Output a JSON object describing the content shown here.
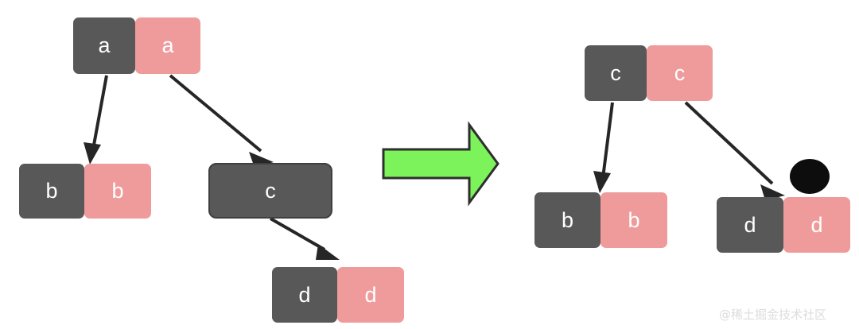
{
  "figure": {
    "title": "",
    "background_color": "#ffffff",
    "colors": {
      "key_cell": "#585858",
      "value_cell": "#ef9b9b",
      "edge": "#262626",
      "transform_arrow_fill": "#7cf35a",
      "transform_arrow_stroke": "#2e2e2e",
      "null_marker": "#0d0d0d",
      "label_text": "#ffffff",
      "watermark": "#dcdcdc"
    }
  },
  "before": {
    "caption": "",
    "nodes": {
      "a": {
        "key_label": "a",
        "value_label": "a"
      },
      "b": {
        "key_label": "b",
        "value_label": "b"
      },
      "c": {
        "merged_label": "c"
      },
      "d": {
        "key_label": "d",
        "value_label": "d"
      }
    },
    "edges": [
      {
        "from": "a",
        "to": "b"
      },
      {
        "from": "a",
        "to": "c"
      },
      {
        "from": "c",
        "to": "d"
      }
    ]
  },
  "transform": {
    "arrow_icon": "right-arrow-icon",
    "label": ""
  },
  "after": {
    "caption": "",
    "nodes": {
      "c": {
        "key_label": "c",
        "value_label": "c"
      },
      "b": {
        "key_label": "b",
        "value_label": "b"
      },
      "d": {
        "key_label": "d",
        "value_label": "d"
      }
    },
    "edges": [
      {
        "from": "c",
        "to": "b"
      },
      {
        "from": "c",
        "to": "d"
      }
    ],
    "null_marker": {
      "icon": "null-dot-icon",
      "label": ""
    }
  },
  "watermark": {
    "text": "@稀土掘金技术社区"
  }
}
